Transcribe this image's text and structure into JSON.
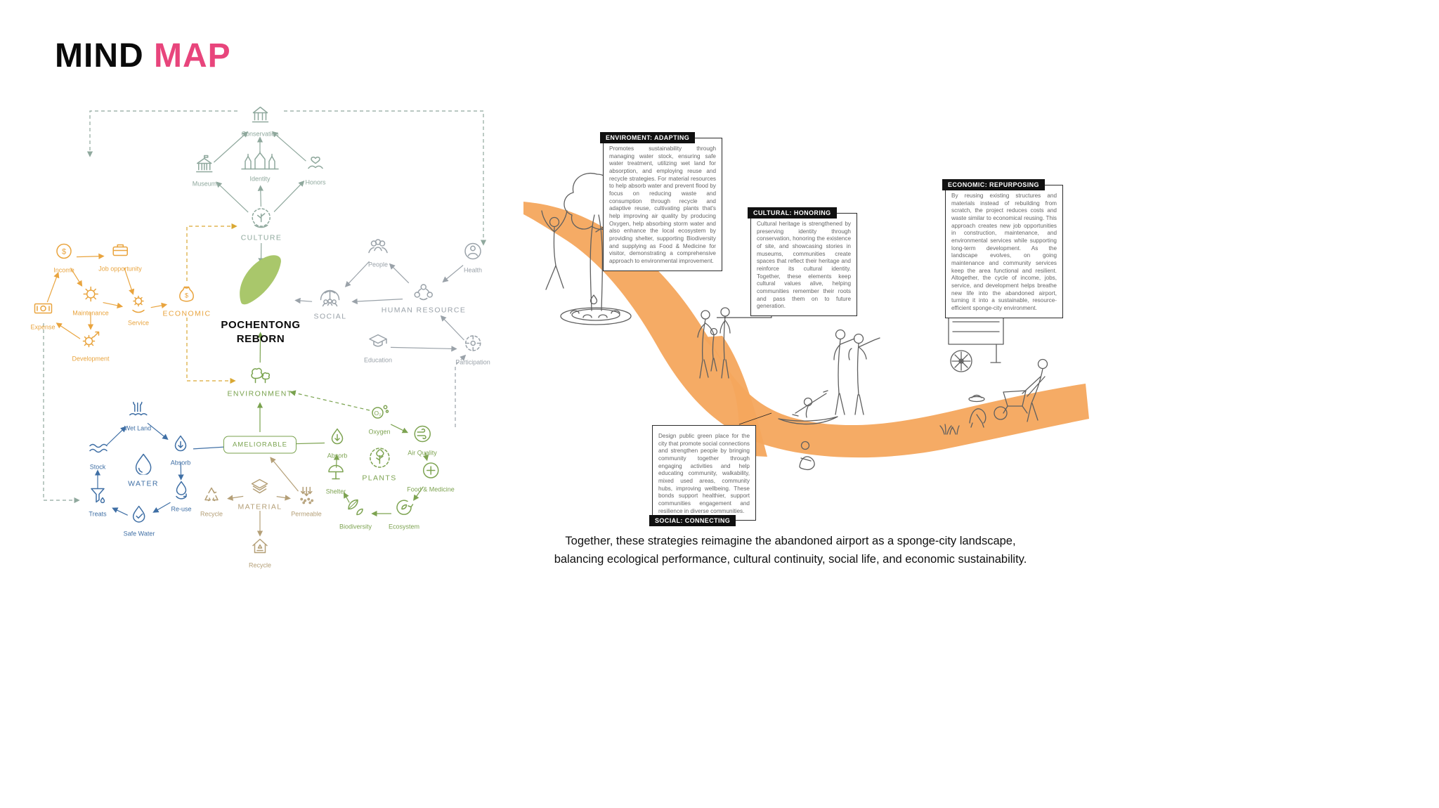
{
  "title": {
    "black": "MIND",
    "accent": "MAP"
  },
  "colors": {
    "accent": "#e8457c",
    "culture": "#8fa89d",
    "economic": "#e9a43e",
    "economic_dash": "#d9a833",
    "social": "#9aa2a9",
    "environment": "#79a24e",
    "water": "#3f6fa5",
    "material": "#b49f77",
    "plants": "#7da351",
    "center_fill": "#a9c76b",
    "ribbon": "#f4a75d",
    "callout_header_bg": "#101010"
  },
  "mindmap": {
    "center": {
      "label_line1": "POCHENTONG",
      "label_line2": "REBORN"
    },
    "nodes": [
      {
        "id": "conservation",
        "label": "Conservation",
        "group": "culture",
        "icon": "bank",
        "major": false
      },
      {
        "id": "museum",
        "label": "Museum",
        "group": "culture",
        "icon": "museum",
        "major": false
      },
      {
        "id": "identity",
        "label": "Identity",
        "group": "culture",
        "icon": "temple",
        "major": false
      },
      {
        "id": "honors",
        "label": "Honors",
        "group": "culture",
        "icon": "honor-hands",
        "major": false
      },
      {
        "id": "culture",
        "label": "CULTURE",
        "group": "culture",
        "icon": "culture-hands",
        "major": true
      },
      {
        "id": "income",
        "label": "Income",
        "group": "economic",
        "icon": "dollar-circle",
        "major": false
      },
      {
        "id": "job",
        "label": "Job opportunity",
        "group": "economic",
        "icon": "briefcase",
        "major": false
      },
      {
        "id": "maintenance",
        "label": "Maintenance",
        "group": "economic",
        "icon": "gear",
        "major": false
      },
      {
        "id": "service",
        "label": "Service",
        "group": "economic",
        "icon": "service",
        "major": false
      },
      {
        "id": "expense",
        "label": "Expense",
        "group": "economic",
        "icon": "cash",
        "major": false
      },
      {
        "id": "development",
        "label": "Development",
        "group": "economic",
        "icon": "dev-gear",
        "major": false
      },
      {
        "id": "economic",
        "label": "ECONOMIC",
        "group": "economic",
        "icon": "money-bag",
        "major": true
      },
      {
        "id": "people",
        "label": "People",
        "group": "social",
        "icon": "people",
        "major": false
      },
      {
        "id": "health",
        "label": "Health",
        "group": "social",
        "icon": "health",
        "major": false
      },
      {
        "id": "social",
        "label": "SOCIAL",
        "group": "social",
        "icon": "dome-people",
        "major": true
      },
      {
        "id": "hr",
        "label": "HUMAN RESOURCE",
        "group": "social",
        "icon": "people-group",
        "major": true
      },
      {
        "id": "education",
        "label": "Education",
        "group": "social",
        "icon": "grad-cap",
        "major": false
      },
      {
        "id": "participation",
        "label": "Participation",
        "group": "social",
        "icon": "participation",
        "major": false
      },
      {
        "id": "environment",
        "label": "ENVIRONMENT",
        "group": "environment",
        "icon": "trees",
        "major": true
      },
      {
        "id": "wetland",
        "label": "Wet Land",
        "group": "water",
        "icon": "wetland",
        "major": false
      },
      {
        "id": "stock",
        "label": "Stock",
        "group": "water",
        "icon": "waves",
        "major": false
      },
      {
        "id": "absorb_w",
        "label": "Absorb",
        "group": "water",
        "icon": "drop-arrow",
        "major": false
      },
      {
        "id": "water",
        "label": "WATER",
        "group": "water",
        "icon": "water-drop",
        "major": true
      },
      {
        "id": "treats",
        "label": "Treats",
        "group": "water",
        "icon": "funnel-drop",
        "major": false
      },
      {
        "id": "reuse",
        "label": "Re-use",
        "group": "water",
        "icon": "drop-cycle",
        "major": false
      },
      {
        "id": "safewater",
        "label": "Safe Water",
        "group": "water",
        "icon": "drop-check",
        "major": false
      },
      {
        "id": "ameliorable",
        "label": "AMELIORABLE",
        "group": "environment",
        "icon": "pill",
        "major": false
      },
      {
        "id": "recycle_m",
        "label": "Recycle",
        "group": "material",
        "icon": "recycle",
        "major": false
      },
      {
        "id": "material",
        "label": "MATERIAL",
        "group": "material",
        "icon": "layers",
        "major": true
      },
      {
        "id": "permeable",
        "label": "Permeable",
        "group": "material",
        "icon": "permeable",
        "major": false
      },
      {
        "id": "recycle_h",
        "label": "Recycle",
        "group": "material",
        "icon": "house-recycle",
        "major": false
      },
      {
        "id": "oxygen",
        "label": "Oxygen",
        "group": "plants",
        "icon": "o2",
        "major": false
      },
      {
        "id": "airquality",
        "label": "Air Quality",
        "group": "plants",
        "icon": "wind-circle",
        "major": false
      },
      {
        "id": "absorb_p",
        "label": "Absorb",
        "group": "plants",
        "icon": "drop-arrow",
        "major": false
      },
      {
        "id": "plants",
        "label": "PLANTS",
        "group": "plants",
        "icon": "tree-circle",
        "major": true
      },
      {
        "id": "foodmed",
        "label": "Food & Medicine",
        "group": "plants",
        "icon": "med-cross",
        "major": false
      },
      {
        "id": "shelter",
        "label": "Shelter",
        "group": "plants",
        "icon": "canopy",
        "major": false
      },
      {
        "id": "biodiversity",
        "label": "Biodiversity",
        "group": "plants",
        "icon": "leaves",
        "major": false
      },
      {
        "id": "ecosystem",
        "label": "Ecosystem",
        "group": "plants",
        "icon": "eco-cycle",
        "major": false
      },
      {
        "id": "pochentong",
        "label": "",
        "group": "center",
        "icon": "site",
        "major": false
      }
    ]
  },
  "callouts": [
    {
      "id": "environment",
      "title": "ENVIROMENT: ADAPTING",
      "body": "Promotes sustainability through managing water stock, ensuring safe water treatment, utilizing wet land for absorption, and employing reuse and recycle strategies. For material resources to help absorb water and prevent flood by focus on reducing waste and consumption through recycle and adaptive reuse, cultivating plants that's help improving air quality by producing Oxygen, help absorbing storm water and also enhance the local ecosystem by providing shelter, supporting Biodiversity and supplying as Food & Medicine for visitor, demonstrating a comprehensive approach to environmental improvement."
    },
    {
      "id": "cultural",
      "title": "CULTURAL: HONORING",
      "body": "Cultural heritage is strengthened by preserving identity through conservation, honoring the existence of site, and showcasing stories in museums, communities create spaces that reflect their heritage and reinforce its cultural identity. Together, these elements keep cultural values alive, helping communities remember their roots and pass them on to future generation."
    },
    {
      "id": "economic",
      "title": "ECONOMIC: REPURPOSING",
      "body": "By reusing existing structures and materials instead of rebuilding from scratch, the project reduces costs and waste similar to economical reusing. This approach creates new job opportunities in construction, maintenance, and environmental services while supporting long-term development. As the landscape evolves, on going maintenance and community services keep the area functional and resilient. Altogether, the cycle of income, jobs, service, and development helps breathe new life into the abandoned airport, turning it into a sustainable, resource-efficient sponge-city environment."
    },
    {
      "id": "social",
      "title": "SOCIAL: CONNECTING",
      "body": "Design public green place for the city that promote social connections and strengthen people by bringing community together through engaging activities and help educating community, walkability, mixed used areas, community hubs, improving wellbeing. These bonds support healthier, support communities engagement and resilience in diverse communities."
    }
  ],
  "summary": "Together, these strategies reimagine the abandoned airport as a sponge-city landscape, balancing ecological performance, cultural continuity, social life, and economic sustainability."
}
